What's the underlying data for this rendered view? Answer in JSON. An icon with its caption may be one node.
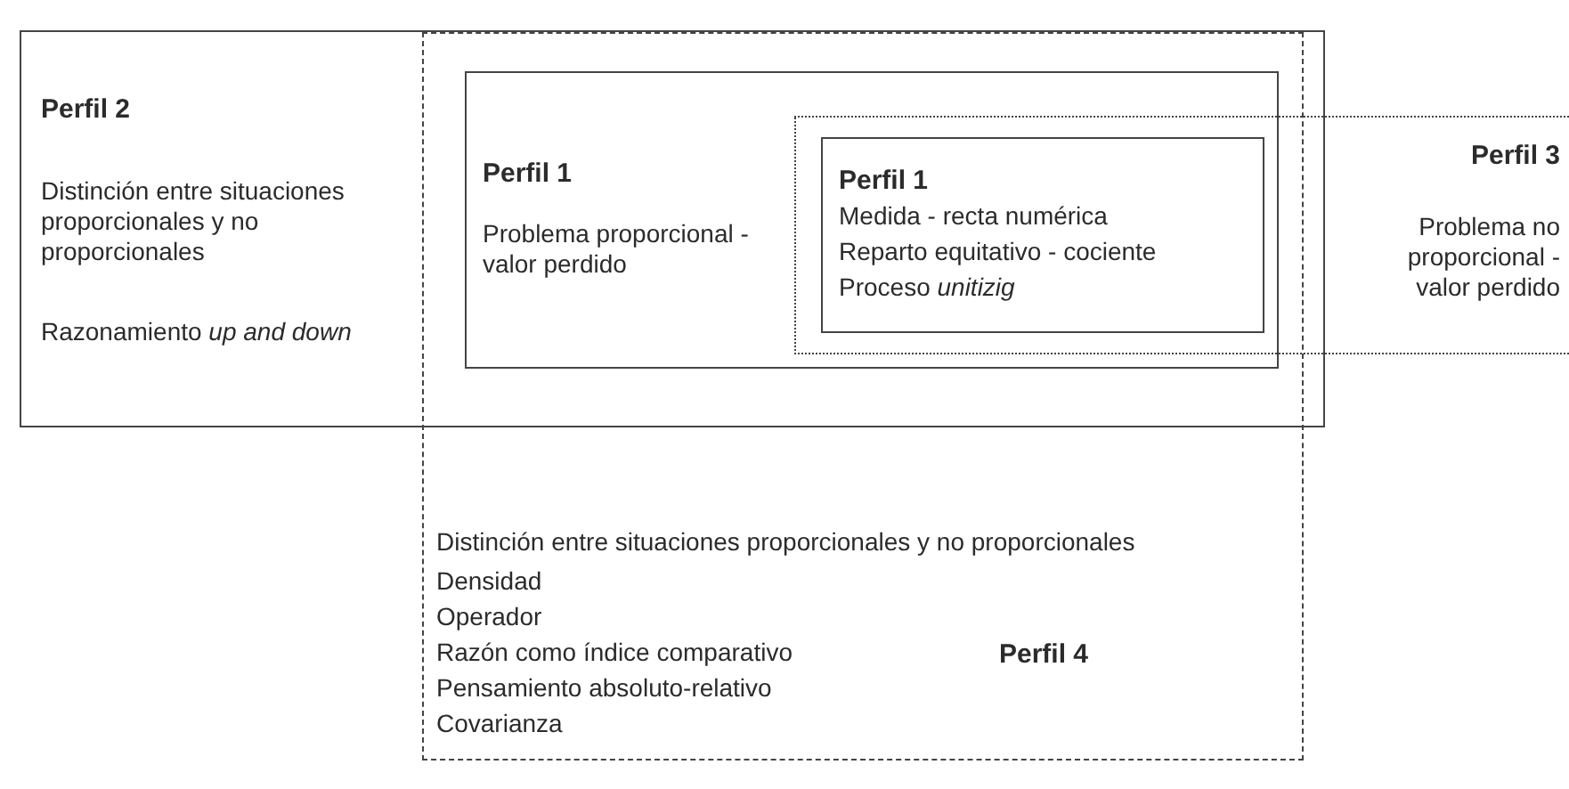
{
  "diagram": {
    "nodes": [
      {
        "text": [
          "Perfil 2",
          "Distinción entre situaciones proporcionales y no proporcionales",
          "Razonamiento *up and down*"
        ]
      },
      {
        "text": [
          "Perfil 4",
          "Distinción entre situaciones proporcionales y no proporcionales",
          "Densidad",
          "Operador",
          "Razón como índice comparativo",
          "Pensamiento absoluto-relativo",
          "Covarianza"
        ]
      },
      {
        "text": [
          "Perfil 1",
          "Problema proporcional - valor perdido"
        ]
      },
      {
        "text": [
          "Perfil 3",
          "Problema no proporcional - valor perdido"
        ]
      },
      {
        "text": [
          "Perfil 1",
          "Medida - recta numérica",
          "Reparto equitativo - cociente",
          "Proceso *unitizig*"
        ]
      }
    ]
  }
}
